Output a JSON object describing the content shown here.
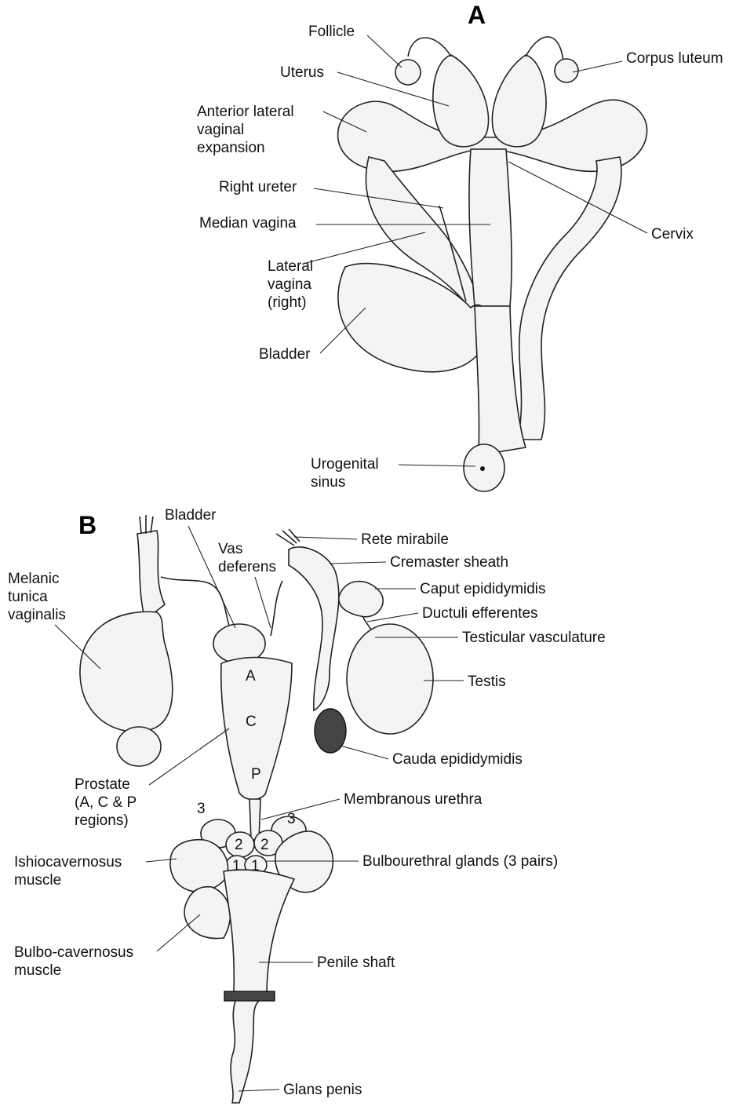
{
  "panels": {
    "a": "A",
    "b": "B"
  },
  "labels_a": {
    "follicle": "Follicle",
    "corpus_luteum": "Corpus luteum",
    "uterus": "Uterus",
    "anterior_1": "Anterior  lateral",
    "anterior_2": "vaginal",
    "anterior_3": "expansion",
    "right_ureter": "Right ureter",
    "median_vagina": "Median vagina",
    "cervix": "Cervix",
    "lateral_1": "Lateral",
    "lateral_2": "vagina",
    "lateral_3": "(right)",
    "bladder": "Bladder",
    "urogenital_1": "Urogenital",
    "urogenital_2": "sinus"
  },
  "labels_b": {
    "bladder": "Bladder",
    "vas_1": "Vas",
    "vas_2": "deferens",
    "rete": "Rete mirabile",
    "cremaster": "Cremaster sheath",
    "caput": "Caput epididymidis",
    "ductuli": "Ductuli efferentes",
    "testicular": "Testicular vasculature",
    "testis": "Testis",
    "melanic_1": "Melanic",
    "melanic_2": "tunica",
    "melanic_3": "vaginalis",
    "cauda": "Cauda epididymidis",
    "prostate_1": "Prostate",
    "prostate_2": "(A,   C   &   P",
    "prostate_3": "regions)",
    "membranous": "Membranous urethra",
    "ishio_1": "Ishiocavernosus",
    "ishio_2": "muscle",
    "bulbourethral": "Bulbourethral glands (3 pairs)",
    "bulbo_1": "Bulbo-cavernosus",
    "bulbo_2": "muscle",
    "penile": "Penile shaft",
    "glans": "Glans penis"
  },
  "marks_b": {
    "prostate_a": "A",
    "prostate_c": "C",
    "prostate_p": "P",
    "gland_3_left": "3",
    "gland_3_right": "3",
    "gland_2_left": "2",
    "gland_2_right": "2",
    "gland_1_left": "1",
    "gland_1_right": "1"
  }
}
